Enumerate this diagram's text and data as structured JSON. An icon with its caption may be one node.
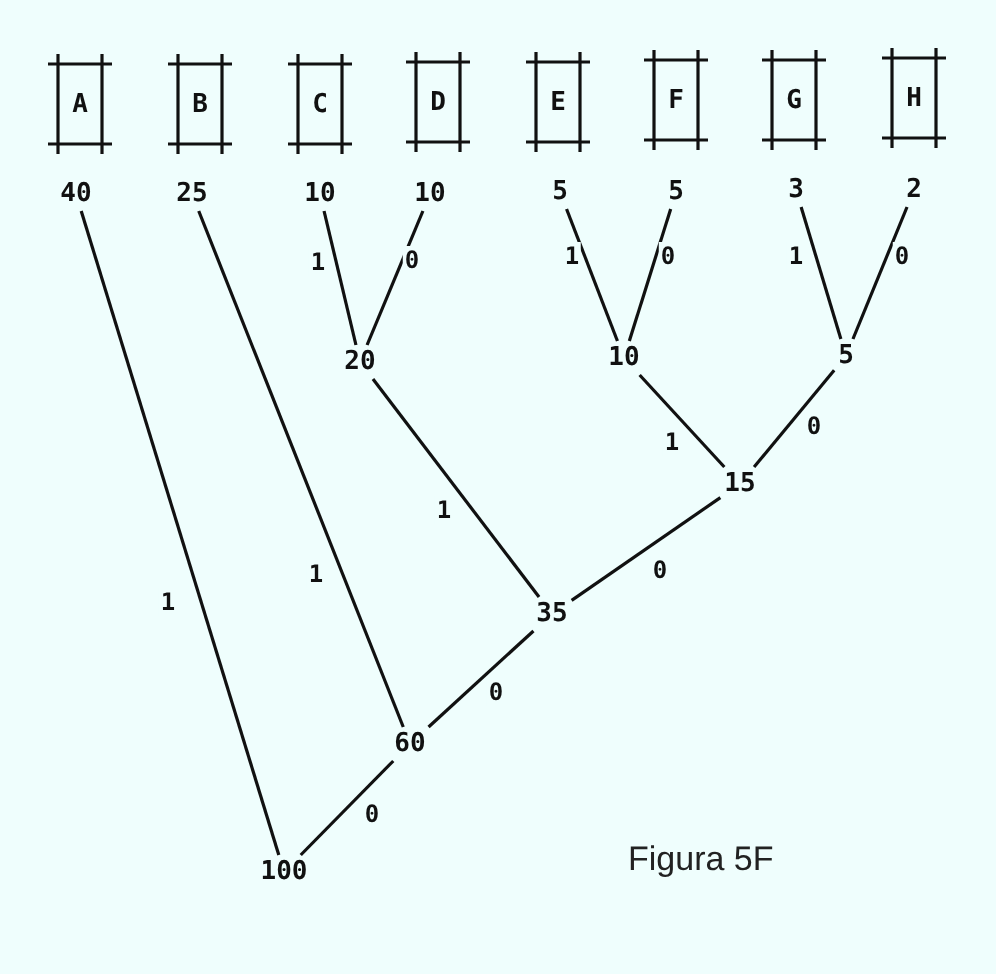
{
  "diagram": {
    "caption": "Figura 5F",
    "nodes": [
      {
        "text": [
          "A"
        ]
      },
      {
        "text": [
          "B"
        ]
      },
      {
        "text": [
          "C"
        ]
      },
      {
        "text": [
          "D"
        ]
      },
      {
        "text": [
          "E"
        ]
      },
      {
        "text": [
          "F"
        ]
      },
      {
        "text": [
          "G"
        ]
      },
      {
        "text": [
          "H"
        ]
      },
      {
        "text": [
          "40"
        ]
      },
      {
        "text": [
          "25"
        ]
      },
      {
        "text": [
          "10"
        ]
      },
      {
        "text": [
          "10"
        ]
      },
      {
        "text": [
          "5"
        ]
      },
      {
        "text": [
          "5"
        ]
      },
      {
        "text": [
          "3"
        ]
      },
      {
        "text": [
          "2"
        ]
      },
      {
        "text": [
          "20"
        ]
      },
      {
        "text": [
          "10"
        ]
      },
      {
        "text": [
          "5"
        ]
      },
      {
        "text": [
          "15"
        ]
      },
      {
        "text": [
          "35"
        ]
      },
      {
        "text": [
          "60"
        ]
      },
      {
        "text": [
          "100"
        ]
      }
    ],
    "edges": [
      {
        "from": 10,
        "to": 16,
        "arrow": "none",
        "label": "1"
      },
      {
        "from": 11,
        "to": 16,
        "arrow": "none",
        "label": "0"
      },
      {
        "from": 12,
        "to": 17,
        "arrow": "none",
        "label": "1"
      },
      {
        "from": 13,
        "to": 17,
        "arrow": "none",
        "label": "0"
      },
      {
        "from": 14,
        "to": 18,
        "arrow": "none",
        "label": "1"
      },
      {
        "from": 15,
        "to": 18,
        "arrow": "none",
        "label": "0"
      },
      {
        "from": 16,
        "to": 20,
        "arrow": "none",
        "label": "1"
      },
      {
        "from": 17,
        "to": 19,
        "arrow": "none",
        "label": "1"
      },
      {
        "from": 18,
        "to": 19,
        "arrow": "none",
        "label": "0"
      },
      {
        "from": 19,
        "to": 20,
        "arrow": "none",
        "label": "0"
      },
      {
        "from": 9,
        "to": 21,
        "arrow": "none",
        "label": "1"
      },
      {
        "from": 20,
        "to": 21,
        "arrow": "none",
        "label": "0"
      },
      {
        "from": 8,
        "to": 22,
        "arrow": "none",
        "label": "1"
      },
      {
        "from": 21,
        "to": 22,
        "arrow": "none",
        "label": "0"
      }
    ]
  }
}
